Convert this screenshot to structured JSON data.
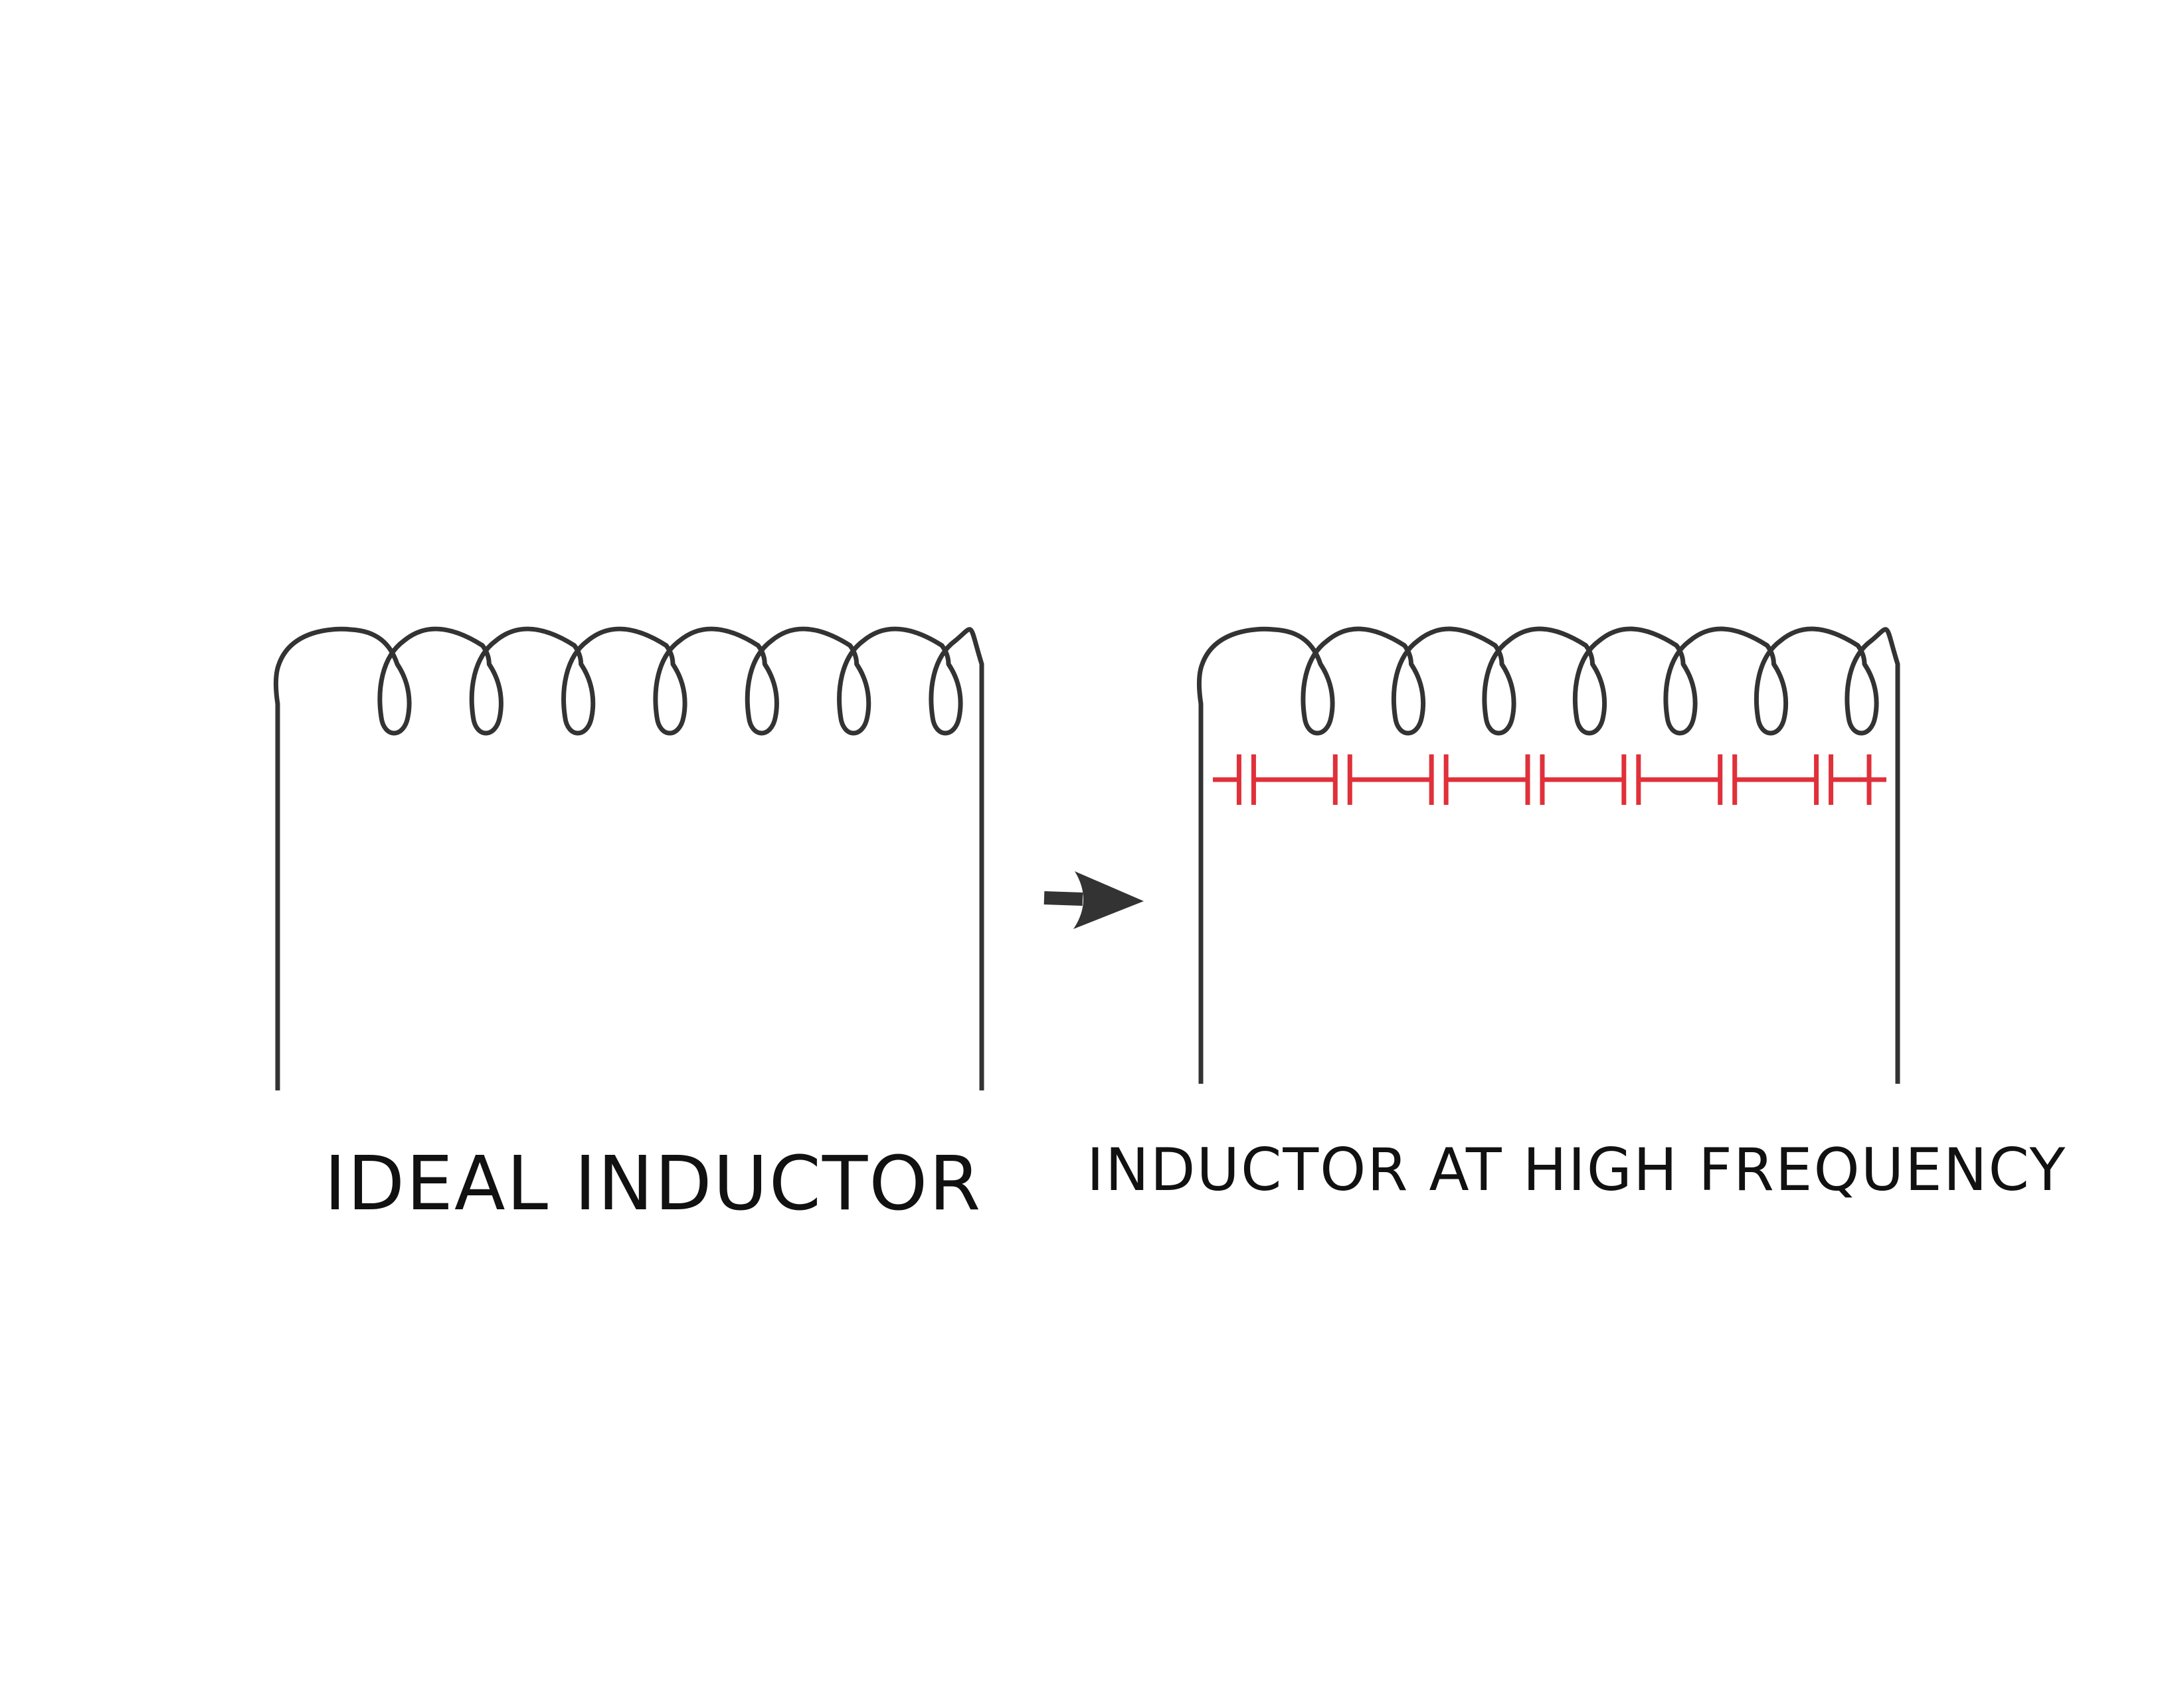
{
  "colors": {
    "background": "#ffffff",
    "wire": "#333333",
    "capacitor": "#e0303a",
    "text": "#111111"
  },
  "labels": {
    "ideal": "IDEAL INDUCTOR",
    "high_frequency": "INDUCTOR AT HIGH FREQUENCY"
  },
  "icons": {
    "arrow": "arrow-right-icon",
    "coil": "inductor-coil-icon",
    "capacitor": "capacitor-icon"
  },
  "diagram": {
    "ideal_inductor": {
      "turns": 7
    },
    "high_frequency_inductor": {
      "turns": 7,
      "parasitic_capacitors": 7
    }
  }
}
